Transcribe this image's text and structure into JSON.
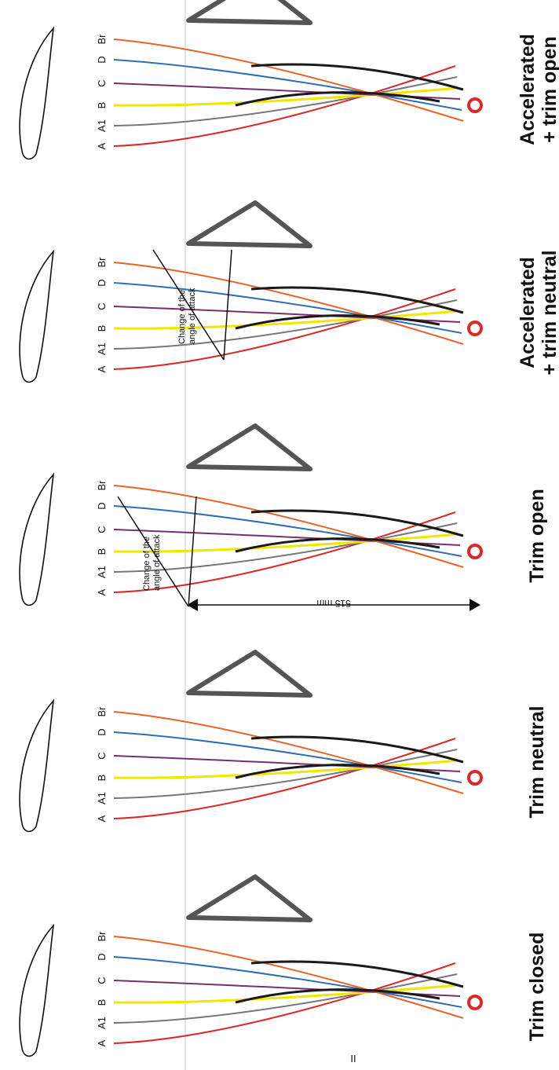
{
  "panels": [
    {
      "title": "Trim closed",
      "line_labels": [
        "A",
        "A1",
        "B",
        "C",
        "D",
        "Br"
      ]
    },
    {
      "title": "Trim neutral",
      "line_labels": [
        "A",
        "A1",
        "B",
        "C",
        "D",
        "Br"
      ]
    },
    {
      "title": "Trim open",
      "line_labels": [
        "A",
        "A1",
        "B",
        "C",
        "D",
        "Br"
      ],
      "annotation": "Change of the\nangle of attack",
      "dimension": "515 mm"
    },
    {
      "title": "Accelerated\n+ trim neutral",
      "line_labels": [
        "A",
        "A1",
        "B",
        "C",
        "D",
        "Br"
      ],
      "annotation": "Change of the\nangle of attack"
    },
    {
      "title": "Accelerated\n+ trim open",
      "line_labels": [
        "A",
        "A1",
        "B",
        "C",
        "D",
        "Br"
      ]
    }
  ],
  "footer_mark": "II",
  "colors": {
    "A": "#d92a2a",
    "A1": "#777777",
    "B": "#f2e600",
    "C": "#7a2e6a",
    "D": "#2f6fb0",
    "Br": "#e8622a",
    "webbing": "#1a1a1a",
    "handle": "#555555",
    "guide": "#c8c8c8"
  }
}
